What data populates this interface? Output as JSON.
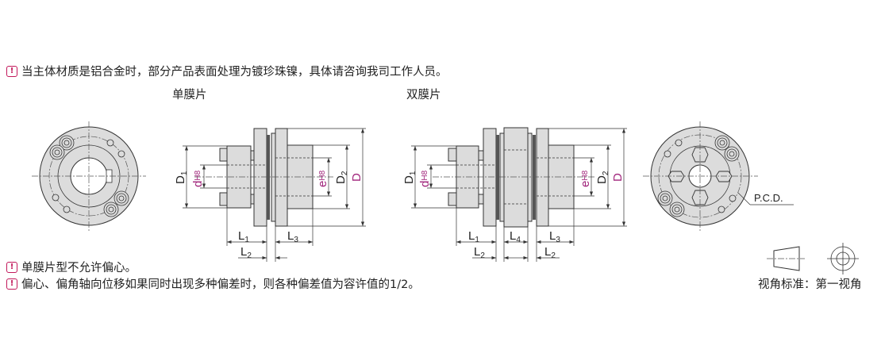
{
  "notes": {
    "top": "当主体材质是铝合金时，部分产品表面处理为镀珍珠镍，具体请咨询我司工作人员。",
    "bottom": [
      "单膜片型不允许偏心。",
      "偏心、偏角轴向位移如果同时出现多种偏差时，则各种偏差值为容许值的1/2。"
    ],
    "icon": "!"
  },
  "titles": {
    "single": "单膜片",
    "double": "双膜片"
  },
  "dims": {
    "D1": "D",
    "D1_sub": "1",
    "d": "d",
    "d_sub": "H8",
    "e": "e",
    "e_sub": "H8",
    "D2": "D",
    "D2_sub": "2",
    "D": "D",
    "L": "L",
    "L1_sub": "1",
    "L2_sub": "2",
    "L3_sub": "3",
    "L4_sub": "4"
  },
  "pcd_label": "P.C.D.",
  "view_standard": "视角标准：第一视角",
  "colors": {
    "accent": "#c2185b",
    "dim_highlight": "#a0237a"
  }
}
